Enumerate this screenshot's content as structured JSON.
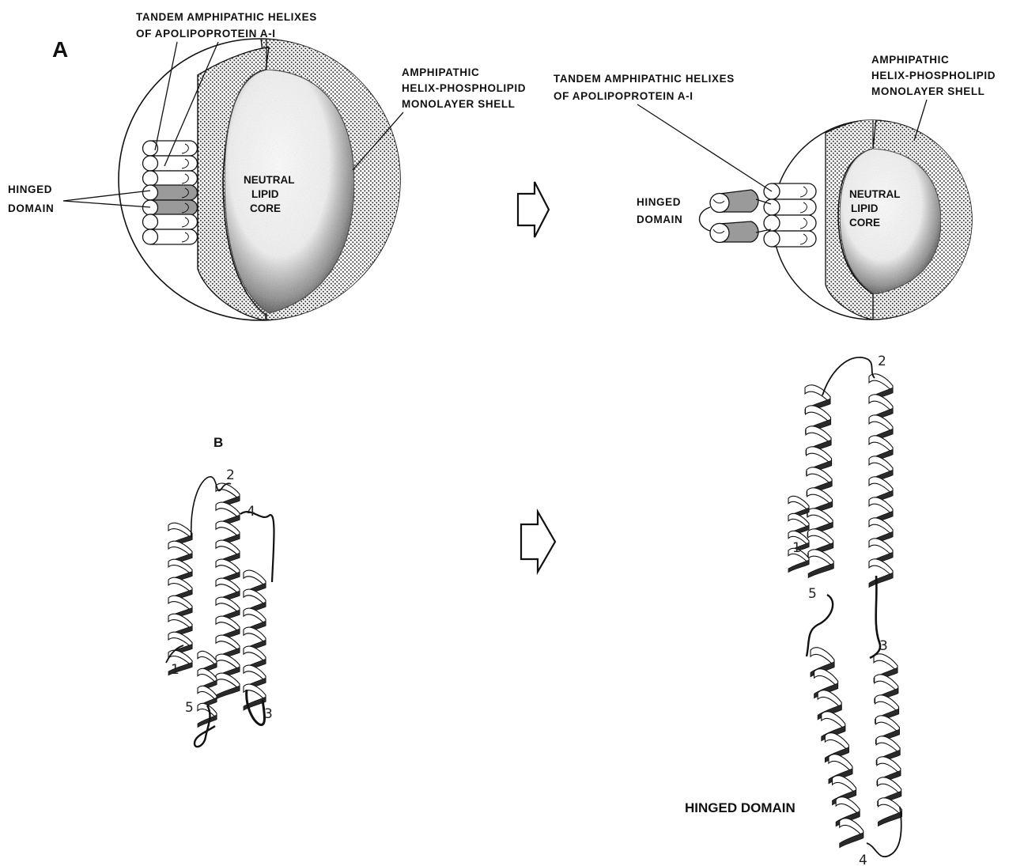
{
  "panel_a": {
    "letter": "A",
    "left": {
      "helix_label": [
        "TANDEM AMPHIPATHIC HELIXES",
        "OF APOLIPOPROTEIN A-I"
      ],
      "shell_label": [
        "AMPHIPATHIC",
        "HELIX-PHOSPHOLIPID",
        "MONOLAYER SHELL"
      ],
      "hinge_label": [
        "HINGED",
        "DOMAIN"
      ],
      "core_label": [
        "NEUTRAL",
        "LIPID",
        "CORE"
      ]
    },
    "right": {
      "helix_label": [
        "TANDEM AMPHIPATHIC HELIXES",
        "OF APOLIPOPROTEIN A-I"
      ],
      "shell_label": [
        "AMPHIPATHIC",
        "HELIX-PHOSPHOLIPID",
        "MONOLAYER SHELL"
      ],
      "hinge_label": [
        "HINGED",
        "DOMAIN"
      ],
      "core_label": [
        "NEUTRAL",
        "LIPID",
        "CORE"
      ]
    }
  },
  "panel_b": {
    "letter": "B",
    "left_numbers": [
      "1",
      "2",
      "3",
      "4",
      "5"
    ],
    "right_numbers": [
      "1",
      "2",
      "3",
      "4",
      "5"
    ],
    "hinge_label": "HINGED DOMAIN"
  },
  "colors": {
    "ink": "#111111",
    "hinge_fill": "#9a9a9a",
    "shell_dots": "#4a4a4a"
  }
}
